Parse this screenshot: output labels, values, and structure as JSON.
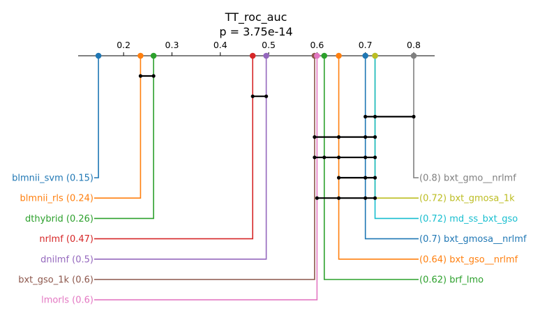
{
  "chart_data": {
    "type": "critical-difference",
    "title": "TT_roc_auc",
    "subtitle": "p = 3.75e-14",
    "xlim": [
      0.1,
      0.85
    ],
    "ticks": [
      0.2,
      0.3,
      0.4,
      0.5,
      0.6,
      0.7,
      0.8
    ],
    "tick_labels": [
      "0.2",
      "0.3",
      "0.4",
      "0.5",
      "0.6",
      "0.7",
      "0.8"
    ],
    "left_items": [
      {
        "name": "blmnii_svm",
        "value": 0.148,
        "label": "blmnii_svm (0.15)",
        "color": "#1f77b4"
      },
      {
        "name": "blmnii_rls",
        "value": 0.235,
        "label": "blmnii_rls (0.24)",
        "color": "#ff7f0e"
      },
      {
        "name": "dthybrid",
        "value": 0.262,
        "label": "dthybrid (0.26)",
        "color": "#2ca02c"
      },
      {
        "name": "nrlmf",
        "value": 0.467,
        "label": "nrlmf (0.47)",
        "color": "#d62728"
      },
      {
        "name": "dnilmf",
        "value": 0.495,
        "label": "dnilmf (0.5)",
        "color": "#9467bd"
      },
      {
        "name": "bxt_gso_1k",
        "value": 0.595,
        "label": "bxt_gso_1k (0.6)",
        "color": "#8c564b"
      },
      {
        "name": "lmorls",
        "value": 0.6,
        "label": "lmorls (0.6)",
        "color": "#e377c2"
      }
    ],
    "right_items": [
      {
        "name": "bxt_gmo__nrlmf",
        "value": 0.8,
        "label": "(0.8) bxt_gmo__nrlmf",
        "color": "#7f7f7f"
      },
      {
        "name": "bxt_gmosa_1k",
        "value": 0.72,
        "label": "(0.72) bxt_gmosa_1k",
        "color": "#bcbd22"
      },
      {
        "name": "md_ss_bxt_gso",
        "value": 0.72,
        "label": "(0.72) md_ss_bxt_gso",
        "color": "#17becf"
      },
      {
        "name": "bxt_gmosa__nrlmf",
        "value": 0.7,
        "label": "(0.7) bxt_gmosa__nrlmf",
        "color": "#1f77b4"
      },
      {
        "name": "bxt_gso__nrlmf",
        "value": 0.645,
        "label": "(0.64) bxt_gso__nrlmf",
        "color": "#ff7f0e"
      },
      {
        "name": "brf_lmo",
        "value": 0.615,
        "label": "(0.62) brf_lmo",
        "color": "#2ca02c"
      }
    ],
    "cliques": [
      {
        "points": [
          0.235,
          0.262
        ]
      },
      {
        "points": [
          0.467,
          0.495
        ]
      },
      {
        "points": [
          0.7,
          0.72,
          0.8
        ]
      },
      {
        "points": [
          0.595,
          0.645,
          0.7,
          0.72
        ]
      },
      {
        "points": [
          0.595,
          0.615,
          0.645,
          0.7,
          0.72
        ]
      },
      {
        "points": [
          0.645,
          0.7,
          0.72
        ]
      },
      {
        "points": [
          0.6,
          0.645,
          0.7,
          0.72
        ]
      }
    ]
  }
}
